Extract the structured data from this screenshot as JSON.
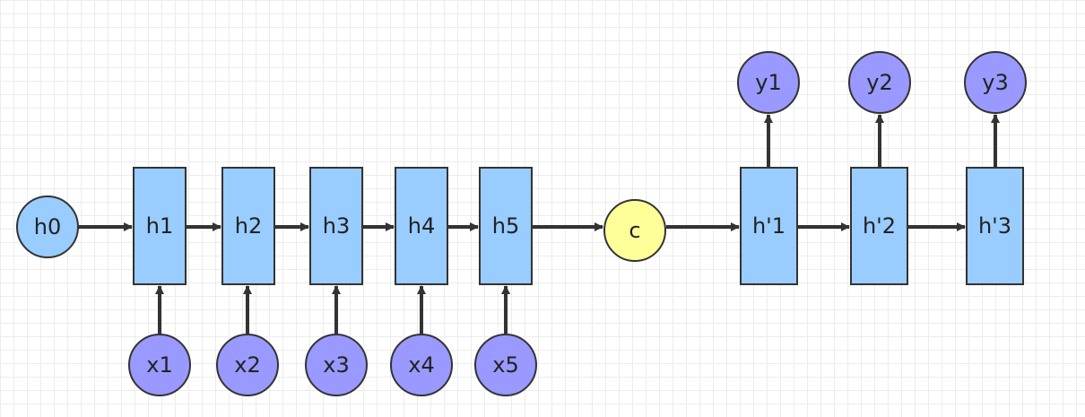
{
  "colors": {
    "hidden": "#99ccff",
    "input": "#9999ff",
    "context": "#ffff99",
    "stroke": "#333333"
  },
  "encoder": {
    "initial": "h0",
    "hidden": [
      "h1",
      "h2",
      "h3",
      "h4",
      "h5"
    ],
    "inputs": [
      "x1",
      "x2",
      "x3",
      "x4",
      "x5"
    ]
  },
  "context": "c",
  "decoder": {
    "hidden": [
      "h'1",
      "h'2",
      "h'3"
    ],
    "outputs": [
      "y1",
      "y2",
      "y3"
    ]
  }
}
